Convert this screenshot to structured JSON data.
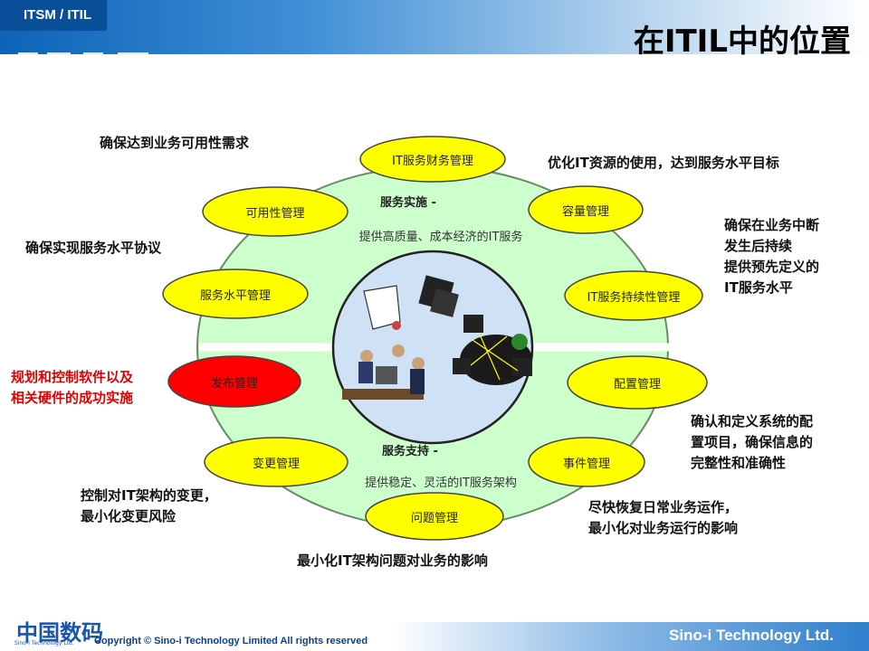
{
  "header": {
    "brand": "ITSM / ITIL",
    "title": "在ITIL中的位置"
  },
  "diagram": {
    "delivery_title": "服务实施 -",
    "delivery_sub": "提供高质量、成本经济的IT服务",
    "support_title": "服务支持 -",
    "support_sub": "提供稳定、灵活的IT服务架构",
    "nodes": {
      "it_finance": "IT服务财务管理",
      "availability": "可用性管理",
      "capacity": "容量管理",
      "service_level": "服务水平管理",
      "continuity": "IT服务持续性管理",
      "release": "发布管理",
      "configuration": "配置管理",
      "change": "变更管理",
      "incident": "事件管理",
      "problem": "问题管理"
    }
  },
  "notes": {
    "availability": "确保达到业务可用性需求",
    "it_finance": "优化IT资源的使用，达到服务水平目标",
    "service_level": "确保实现服务水平协议",
    "continuity": [
      "确保在业务中断",
      "发生后持续",
      "提供预先定义的",
      "IT服务水平"
    ],
    "release": [
      "规划和控制软件以及",
      "相关硬件的成功实施"
    ],
    "configuration": [
      "确认和定义系统的配",
      "置项目，确保信息的",
      "完整性和准确性"
    ],
    "change": [
      "控制对IT架构的变更，",
      "最小化变更风险"
    ],
    "incident": [
      "尽快恢复日常业务运作，",
      "最小化对业务运行的影响"
    ],
    "problem": "最小化IT架构问题对业务的影响"
  },
  "footer": {
    "copyright": "Copyright © Sino-i Technology Limited All rights reserved",
    "company": "Sino-i Technology Ltd.",
    "logo": "中国数码",
    "logo_sub": "Sino-i Technology Ltd."
  },
  "colors": {
    "node_fill": "#ffff00",
    "release_fill": "#ff0000",
    "ring_fill": "#ccffcc",
    "center_fill": "#cfe2f5",
    "highlight_text": "#e00000"
  }
}
